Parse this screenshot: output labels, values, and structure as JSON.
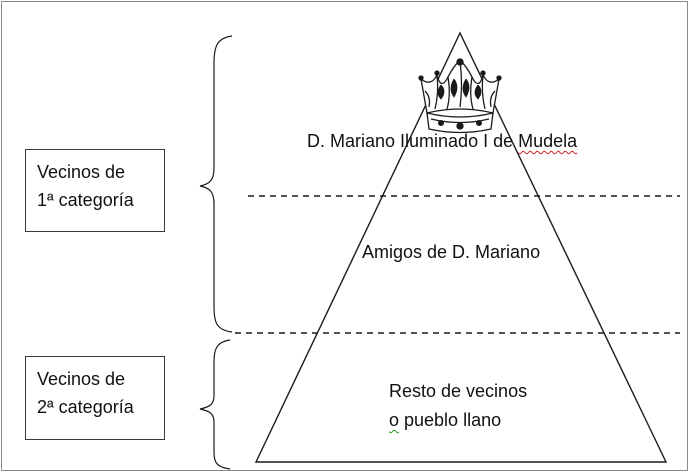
{
  "boxes": {
    "first": {
      "line1": "Vecinos de",
      "line2": "1ª categoría"
    },
    "second": {
      "line1": "Vecinos de",
      "line2": "2ª categoría"
    }
  },
  "pyramid": {
    "top": {
      "name_a": "D. Mariano Iluminado I de ",
      "name_b": "Mudela"
    },
    "middle": "Amigos de D. Mariano",
    "bottom": {
      "line1": "Resto de vecinos",
      "line2_a": "o",
      "line2_b": " pueblo llano"
    }
  },
  "icons": {
    "crown": "crown-icon"
  },
  "colors": {
    "line": "#1a1a1a",
    "frame": "#8a8a8a",
    "spellcheck": "#d02020",
    "grammarcheck": "#2c9a2c"
  }
}
